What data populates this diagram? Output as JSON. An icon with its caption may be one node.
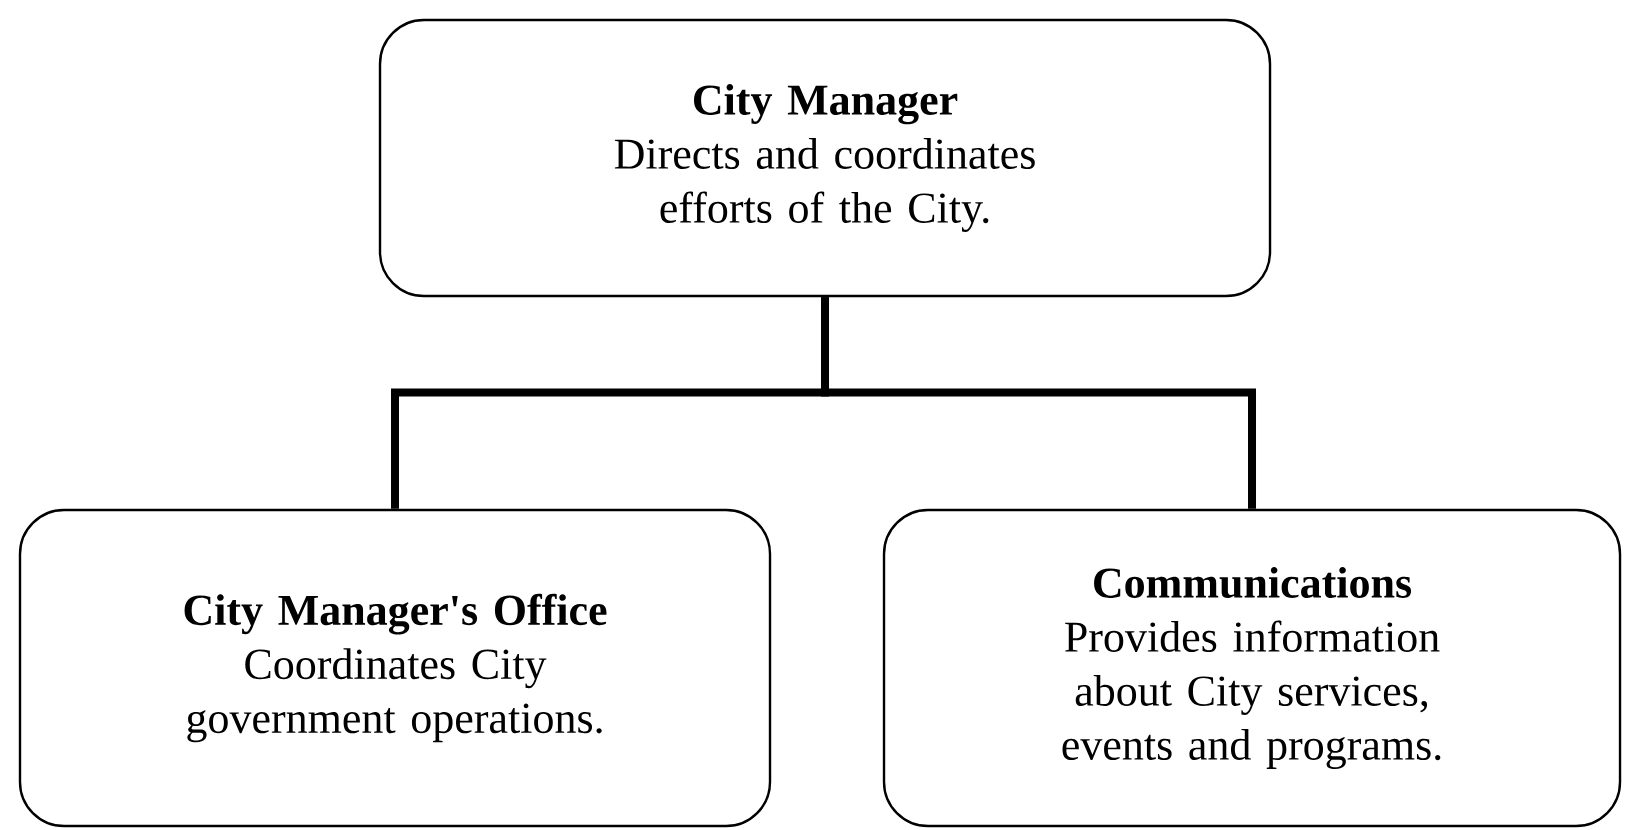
{
  "diagram": {
    "nodes": [
      {
        "text": [
          "City Manager",
          "Directs and coordinates efforts of the City."
        ]
      },
      {
        "text": [
          "City Manager's Office",
          "Coordinates City government operations."
        ]
      },
      {
        "text": [
          "Communications",
          "Provides information about City services, events and programs."
        ]
      }
    ],
    "edges": [
      {
        "from": 0,
        "to": 1,
        "arrow": "none"
      },
      {
        "from": 0,
        "to": 2,
        "arrow": "none"
      }
    ]
  }
}
